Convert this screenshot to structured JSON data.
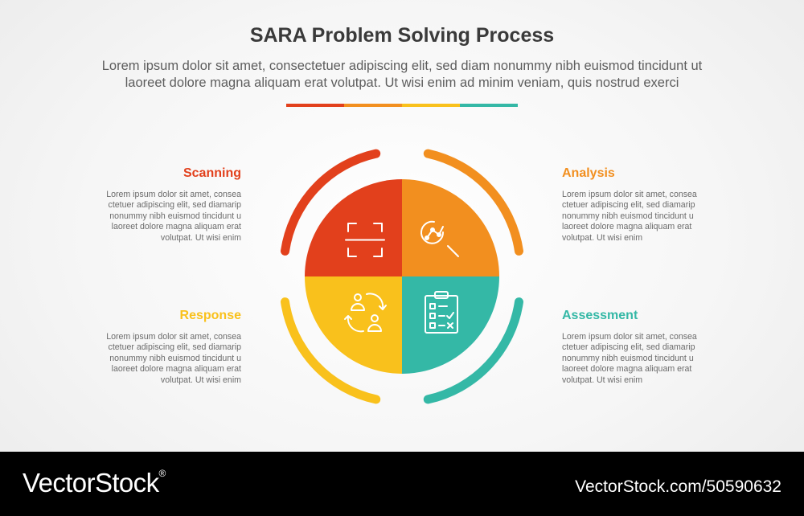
{
  "header": {
    "title": "SARA Problem Solving Process",
    "subtitle_line1": "Lorem ipsum dolor sit amet, consectetuer adipiscing elit, sed diam nonummy nibh euismod tincidunt ut",
    "subtitle_line2": "laoreet dolore magna aliquam erat volutpat. Ut wisi enim ad minim veniam, quis nostrud exerci"
  },
  "colors": {
    "scanning": "#e2401c",
    "analysis": "#f28f1f",
    "response": "#f9c11c",
    "assessment": "#34b8a6"
  },
  "items": {
    "scanning": {
      "title": "Scanning",
      "icon": "scan-frame-icon",
      "lines": [
        "Lorem ipsum dolor sit amet, consea",
        "ctetuer adipiscing elit, sed diamarip",
        "nonummy nibh euismod tincidunt u",
        "laoreet dolore magna aliquam erat",
        "volutpat. Ut wisi enim"
      ]
    },
    "analysis": {
      "title": "Analysis",
      "icon": "magnifier-analytics-icon",
      "lines": [
        "Lorem ipsum dolor sit amet, consea",
        "ctetuer adipiscing elit, sed diamarip",
        "nonummy nibh euismod tincidunt u",
        "laoreet dolore magna aliquam erat",
        "volutpat. Ut wisi enim"
      ]
    },
    "response": {
      "title": "Response",
      "icon": "people-exchange-icon",
      "lines": [
        "Lorem ipsum dolor sit amet, consea",
        "ctetuer adipiscing elit, sed diamarip",
        "nonummy nibh euismod tincidunt u",
        "laoreet dolore magna aliquam erat",
        "volutpat. Ut wisi enim"
      ]
    },
    "assessment": {
      "title": "Assessment",
      "icon": "checklist-clipboard-icon",
      "lines": [
        "Lorem ipsum dolor sit amet, consea",
        "ctetuer adipiscing elit, sed diamarip",
        "nonummy nibh euismod tincidunt u",
        "laoreet dolore magna aliquam erat",
        "volutpat. Ut wisi enim"
      ]
    }
  },
  "footer": {
    "brand": "VectorStock",
    "brand_mark": "®",
    "stock_id": "VectorStock.com/50590632"
  }
}
